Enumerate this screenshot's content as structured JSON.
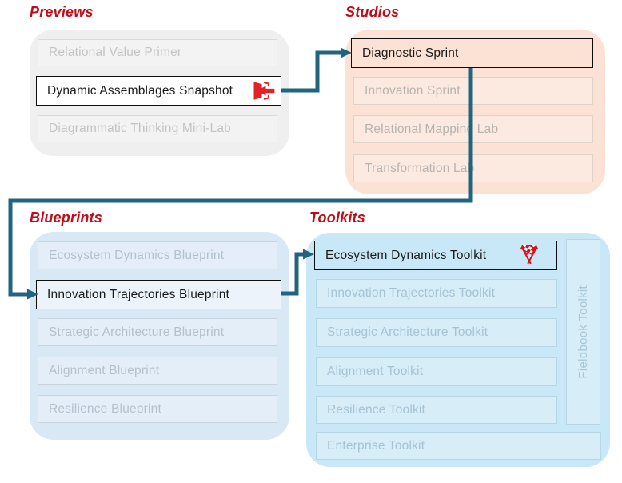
{
  "groups": [
    {
      "id": "previews",
      "title": "Previews",
      "items": [
        {
          "label": "Relational Value Primer",
          "state": "inactive"
        },
        {
          "label": "Dynamic Assemblages Snapshot",
          "state": "active",
          "icon": "door-enter-icon"
        },
        {
          "label": "Diagrammatic Thinking Mini-Lab",
          "state": "inactive"
        }
      ]
    },
    {
      "id": "studios",
      "title": "Studios",
      "items": [
        {
          "label": "Diagnostic Sprint",
          "state": "active"
        },
        {
          "label": "Innovation Sprint",
          "state": "inactive"
        },
        {
          "label": "Relational Mapping Lab",
          "state": "inactive"
        },
        {
          "label": "Transformation Lab",
          "state": "inactive"
        }
      ]
    },
    {
      "id": "blueprints",
      "title": "Blueprints",
      "items": [
        {
          "label": "Ecosystem Dynamics Blueprint",
          "state": "inactive"
        },
        {
          "label": "Innovation Trajectories Blueprint",
          "state": "active"
        },
        {
          "label": "Strategic Architecture Blueprint",
          "state": "inactive"
        },
        {
          "label": "Alignment Blueprint",
          "state": "inactive"
        },
        {
          "label": "Resilience Blueprint",
          "state": "inactive"
        }
      ]
    },
    {
      "id": "toolkits",
      "title": "Toolkits",
      "items": [
        {
          "label": "Ecosystem Dynamics Toolkit",
          "state": "active",
          "icon": "finish-flags-icon"
        },
        {
          "label": "Innovation Trajectories Toolkit",
          "state": "inactive"
        },
        {
          "label": "Strategic Architecture Toolkit",
          "state": "inactive"
        },
        {
          "label": "Alignment Toolkit",
          "state": "inactive"
        },
        {
          "label": "Resilience Toolkit",
          "state": "inactive"
        },
        {
          "label": "Enterprise Toolkit",
          "state": "inactive"
        }
      ],
      "side_item": {
        "label": "Fieldbook Toolkit",
        "state": "inactive"
      }
    }
  ],
  "edges": [
    {
      "from": "Dynamic Assemblages Snapshot",
      "to": "Diagnostic Sprint"
    },
    {
      "from": "Diagnostic Sprint",
      "to": "Innovation Trajectories Blueprint"
    },
    {
      "from": "Innovation Trajectories Blueprint",
      "to": "Ecosystem Dynamics Toolkit"
    }
  ],
  "colors": {
    "title_red": "#c00b18",
    "connector_teal": "#20647f",
    "previews_panel": "#efeff0",
    "studios_panel": "#fbe2d4",
    "blueprints_panel": "#d9e8f5",
    "toolkits_panel": "#c8e8f7",
    "active_border": "#0d0d0d",
    "door_icon_red": "#e32227",
    "flags_icon_red": "#d6111e"
  }
}
